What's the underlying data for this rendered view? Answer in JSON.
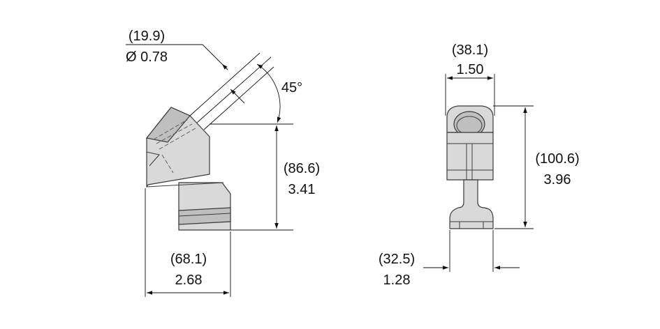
{
  "drawing": {
    "left_view": {
      "hole_dia_mm": "(19.9)",
      "hole_dia_in": "Ø 0.78",
      "angle": "45°",
      "height_mm": "(86.6)",
      "height_in": "3.41",
      "width_mm": "(68.1)",
      "width_in": "2.68"
    },
    "right_view": {
      "top_width_mm": "(38.1)",
      "top_width_in": "1.50",
      "height_mm": "(100.6)",
      "height_in": "3.96",
      "bottom_width_mm": "(32.5)",
      "bottom_width_in": "1.28"
    }
  }
}
